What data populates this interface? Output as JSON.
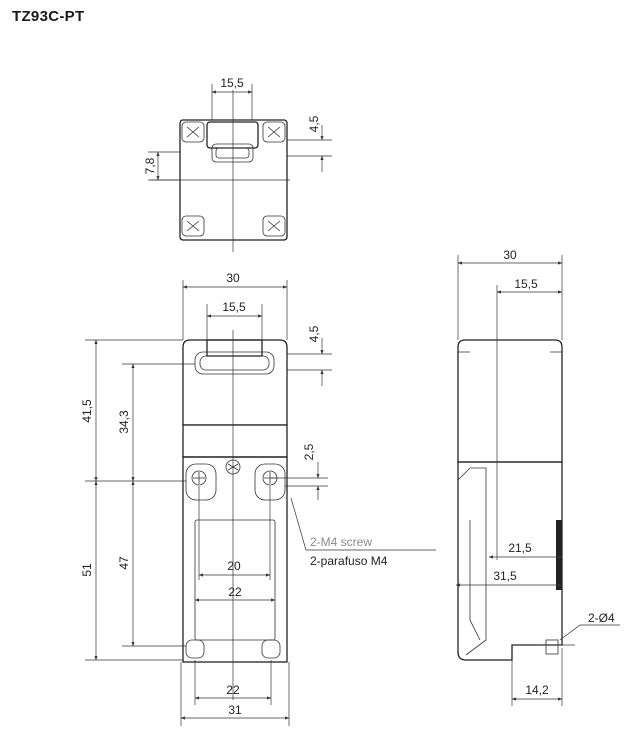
{
  "title": "TZ93C-PT",
  "top_view": {
    "width_label": "15,5",
    "offset_label": "4,5",
    "height_label": "7,8"
  },
  "front_view": {
    "overall_width_label": "30",
    "head_width_label": "15,5",
    "head_offset_label": "4,5",
    "upper_height_label": "41,5",
    "upper_inner_label": "34,3",
    "screw_offset_label": "2,5",
    "lower_height_label": "51",
    "lower_inner_label": "47",
    "inner_width_label": "20",
    "width_22_label": "22",
    "bottom_width_label": "22",
    "base_width_label": "31",
    "screw_note_en": "2-M4 screw",
    "screw_note_it": "2-parafuso M4"
  },
  "side_view": {
    "overall_width_label": "30",
    "head_width_label": "15,5",
    "depth_label": "21,5",
    "body_depth_label": "31,5",
    "hole_label": "2-Ø4",
    "base_label": "14,2"
  },
  "colors": {
    "line": "#222222",
    "note_grey": "#8a8a8a"
  }
}
